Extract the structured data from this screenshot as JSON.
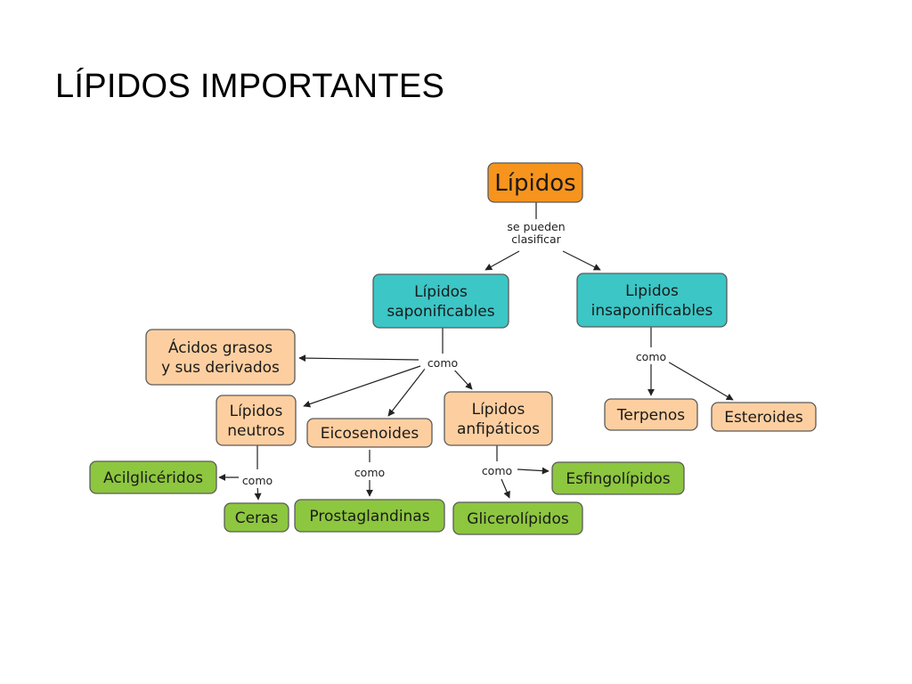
{
  "title": "LÍPIDOS IMPORTANTES",
  "colors": {
    "orange": "#f7941d",
    "teal": "#3cc6c6",
    "peach": "#fdcfa0",
    "green": "#8dc63f",
    "border": "#5b5b5b",
    "line": "#222222"
  },
  "nodes": {
    "lipidos": [
      "Lípidos"
    ],
    "saponificables": [
      "Lípidos",
      "saponificables"
    ],
    "insaponificables": [
      "Lipidos",
      "insaponificables"
    ],
    "acidos": [
      "Ácidos grasos",
      "y sus derivados"
    ],
    "neutros": [
      "Lípidos",
      "neutros"
    ],
    "eicosenoides": [
      "Eicosenoides"
    ],
    "anfipaticos": [
      "Lípidos",
      "anfipáticos"
    ],
    "terpenos": [
      "Terpenos"
    ],
    "esteroides": [
      "Esteroides"
    ],
    "acilgliceridos": [
      "Acilglicéridos"
    ],
    "ceras": [
      "Ceras"
    ],
    "prostaglandinas": [
      "Prostaglandinas"
    ],
    "glicerolipidos": [
      "Glicerolípidos"
    ],
    "esfingolipidos": [
      "Esfingolípidos"
    ]
  },
  "links": {
    "clasificar": [
      "se pueden",
      "clasificar"
    ],
    "como_sapon": [
      "como"
    ],
    "como_insapon": [
      "como"
    ],
    "como_neutros": [
      "como"
    ],
    "como_eico": [
      "como"
    ],
    "como_anfi": [
      "como"
    ]
  }
}
